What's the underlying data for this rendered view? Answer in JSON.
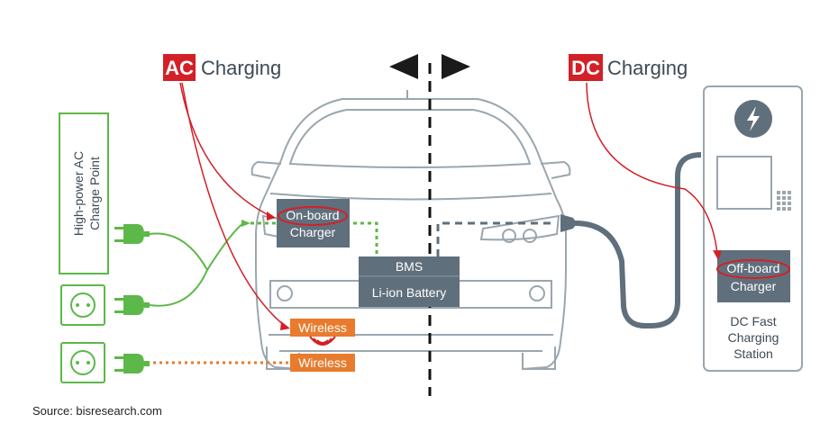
{
  "ac_title": {
    "badge": "AC",
    "rest": "Charging"
  },
  "dc_title": {
    "badge": "DC",
    "rest": "Charging"
  },
  "charge_point": {
    "line1": "High-power AC",
    "line2": "Charge Point"
  },
  "onboard_charger": {
    "line1": "On-board",
    "line2": "Charger"
  },
  "offboard_charger": {
    "line1": "Off-board",
    "line2": "Charger"
  },
  "bms": "BMS",
  "battery": "Li-ion Battery",
  "wireless_car": "Wireless",
  "wireless_ground": "Wireless",
  "station": {
    "line1": "DC Fast",
    "line2": "Charging",
    "line3": "Station"
  },
  "source": "Source: bisresearch.com",
  "colors": {
    "red": "#d32027",
    "green": "#5cb848",
    "orange": "#e87b2d",
    "slate": "#5f6f7c",
    "outline": "#9aa6ae"
  }
}
